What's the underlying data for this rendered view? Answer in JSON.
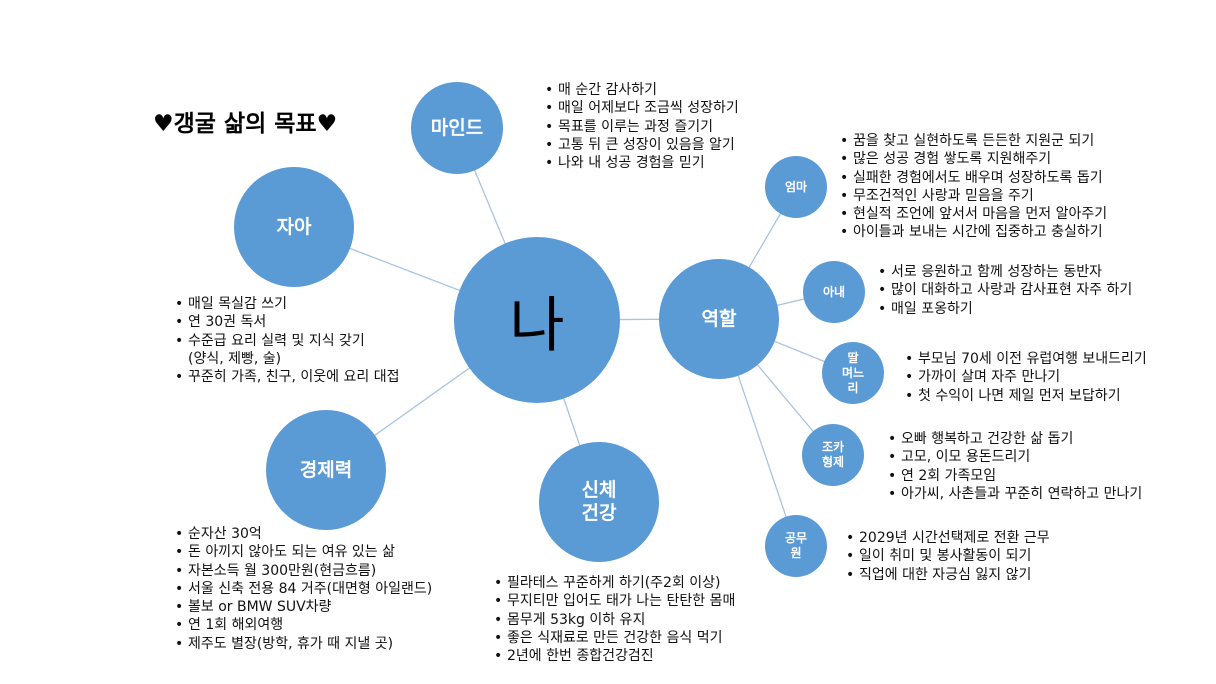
{
  "title": "♥갱굴 삶의 목표♥",
  "center": {
    "label": "나"
  },
  "colors": {
    "node": "#5b9bd5",
    "line": "#a9c4e0"
  },
  "branches": {
    "mind": {
      "label": "마인드",
      "items": [
        "매 순간 감사하기",
        "매일 어제보다 조금씩 성장하기",
        "목표를 이루는 과정 즐기기",
        "고통 뒤 큰 성장이 있음을 알기",
        "나와 내 성공 경험을 믿기"
      ]
    },
    "self": {
      "label": "자아",
      "items": [
        "매일 목실감 쓰기",
        "연 30권 독서",
        "수준급 요리 실력 및 지식 갖기",
        "꾸준히 가족, 친구, 이웃에 요리 대접"
      ],
      "sub": "(양식, 제빵, 술)"
    },
    "economy": {
      "label": "경제력",
      "items": [
        "순자산 30억",
        "돈 아끼지 않아도 되는 여유 있는 삶",
        "자본소득 월 300만원(현금흐름)",
        "서울 신축 전용 84 거주(대면형 아일랜드)",
        "볼보 or BMW SUV차량",
        "연 1회 해외여행",
        "제주도 별장(방학, 휴가 때 지낼 곳)"
      ]
    },
    "health": {
      "label": "신체\n건강",
      "items": [
        "필라테스 꾸준하게 하기(주2회 이상)",
        "무지티만 입어도 태가 나는 탄탄한 몸매",
        "몸무게 53kg 이하 유지",
        "좋은 식재료로 만든 건강한 음식 먹기",
        "2년에 한번 종합건강검진"
      ]
    },
    "role": {
      "label": "역할"
    }
  },
  "roles": {
    "mom": {
      "label": "엄마",
      "items": [
        "꿈을 찾고 실현하도록 든든한 지원군 되기",
        "많은 성공 경험 쌓도록 지원해주기",
        "실패한 경험에서도 배우며 성장하도록 돕기",
        "무조건적인 사랑과 믿음을 주기",
        "현실적 조언에 앞서서 마음을 먼저 알아주기",
        "아이들과 보내는 시간에 집중하고 충실하기"
      ]
    },
    "wife": {
      "label": "아내",
      "items": [
        "서로 응원하고 함께 성장하는 동반자",
        "많이 대화하고 사랑과 감사표현 자주 하기",
        "매일 포옹하기"
      ]
    },
    "daughter": {
      "label": "딸\n며느\n리",
      "items": [
        "부모님 70세 이전 유럽여행 보내드리기",
        "가까이 살며 자주 만나기",
        "첫 수익이 나면 제일 먼저 보답하기"
      ]
    },
    "sibling": {
      "label": "조카\n형제",
      "items": [
        "오빠 행복하고 건강한 삶 돕기",
        "고모, 이모 용돈드리기",
        "연 2회 가족모임",
        "아가씨, 사촌들과 꾸준히 연락하고 만나기"
      ]
    },
    "civil": {
      "label": "공무\n원",
      "items": [
        "2029년 시간선택제로 전환 근무",
        "일이 취미 및 봉사활동이 되기",
        "직업에 대한 자긍심 잃지 않기"
      ]
    }
  }
}
